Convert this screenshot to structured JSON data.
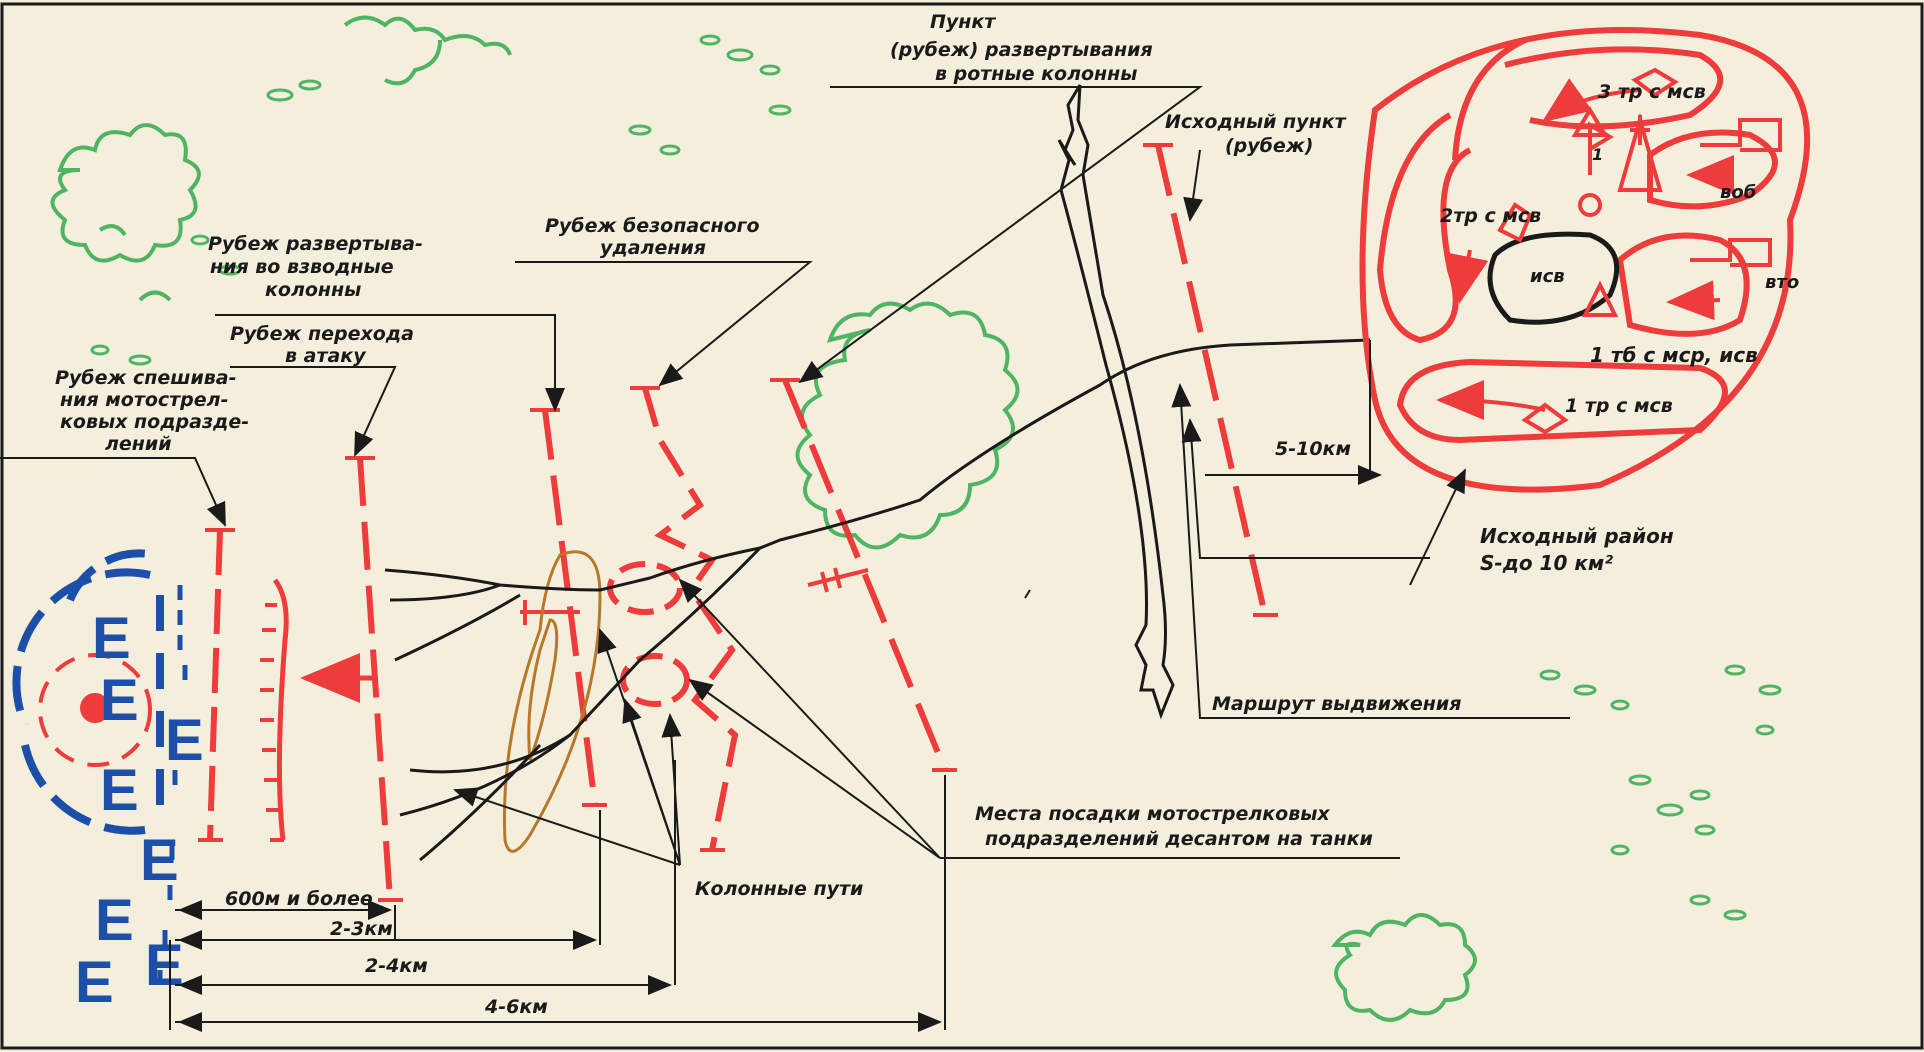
{
  "colors": {
    "paper": "#f3efdc",
    "red": "#ee3b3b",
    "blue": "#1d4fa8",
    "green": "#4fb463",
    "black": "#1a1a1a",
    "brown": "#b8782a"
  },
  "labels": {
    "dismount_line": [
      "Рубеж спешива-",
      "ния мотострел-",
      "ковых подразде-",
      "лений"
    ],
    "attack_transition": [
      "Рубеж перехода",
      "в атаку"
    ],
    "platoon_deploy": [
      "Рубеж развертыва-",
      "ния во взводные",
      "колонны"
    ],
    "safe_distance": [
      "Рубеж безопасного",
      "удаления"
    ],
    "company_deploy": [
      "Пункт",
      "(рубеж) развертывания",
      "в ротные колонны"
    ],
    "start_point": [
      "Исходный пункт",
      "(рубеж)"
    ],
    "start_area": [
      "Исходный район",
      "S-до 10 км²"
    ],
    "march_route": "Маршрут выдвижения",
    "boarding_places": [
      "Места посадки мотострелковых",
      "подразделений десантом на танки"
    ],
    "column_routes": "Колонные пути",
    "dist_5_10": "5-10км"
  },
  "area_units": {
    "company_3": "3 тр с мсв",
    "company_2": "2тр с мсв",
    "company_1": "1 тр с мсв",
    "battalion": "1 тб с мср, исв",
    "isv": "исв",
    "vob": "воб",
    "vto": "вто",
    "flag_num": "1"
  },
  "distances": {
    "d600": "600м и более",
    "d2_3": "2-3км",
    "d2_4": "2-4км",
    "d4_6": "4-6км"
  }
}
